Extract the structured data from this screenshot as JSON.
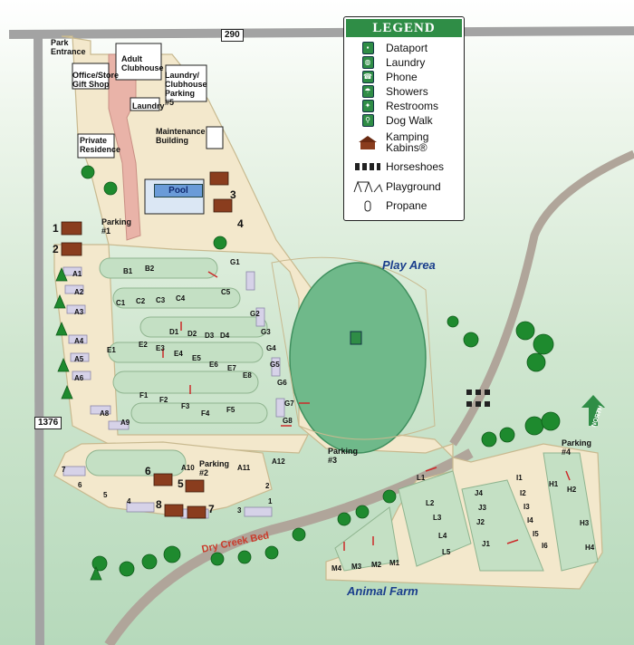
{
  "legend": {
    "title": "LEGEND",
    "items": [
      {
        "label": "Dataport",
        "icon": "dataport-icon"
      },
      {
        "label": "Laundry",
        "icon": "laundry-icon"
      },
      {
        "label": "Phone",
        "icon": "phone-icon"
      },
      {
        "label": "Showers",
        "icon": "shower-icon"
      },
      {
        "label": "Restrooms",
        "icon": "restroom-icon"
      },
      {
        "label": "Dog Walk",
        "icon": "dog-walk-icon"
      },
      {
        "label": "Kamping\nKabins®",
        "icon": "cabin-icon"
      },
      {
        "label": "Horseshoes",
        "icon": "horseshoes-icon"
      },
      {
        "label": "Playground",
        "icon": "playground-icon"
      },
      {
        "label": "Propane",
        "icon": "propane-icon"
      }
    ]
  },
  "roads": {
    "highway_290": "290",
    "highway_1376": "1376",
    "creek": "Dry Creek Bed"
  },
  "areas": {
    "play_area": "Play Area",
    "animal_farm": "Animal Farm",
    "pool": "Pool",
    "north": "NORTH"
  },
  "buildings": {
    "park_entrance": "Park\nEntrance",
    "office": "Office/Store\nGift Shop",
    "adult_clubhouse": "Adult\nClubhouse",
    "laundry_parking": "Laundry/\nClubhouse\nParking\n#5",
    "laundry": "Laundry",
    "maintenance": "Maintenance\nBuilding",
    "private_residence": "Private\nResidence",
    "parking1": "Parking\n#1",
    "parking2": "Parking\n#2",
    "parking3": "Parking\n#3",
    "parking4": "Parking\n#4"
  },
  "cabins": [
    "1",
    "2",
    "3",
    "4",
    "5",
    "6",
    "7",
    "8"
  ],
  "sites": [
    "A1",
    "A2",
    "A3",
    "A4",
    "A5",
    "A6",
    "A8",
    "A9",
    "A10",
    "A11",
    "A12",
    "B1",
    "B2",
    "C1",
    "C2",
    "C3",
    "C4",
    "C5",
    "D1",
    "D2",
    "D3",
    "D4",
    "E1",
    "E2",
    "E3",
    "E4",
    "E5",
    "E6",
    "E7",
    "E8",
    "F1",
    "F2",
    "F3",
    "F4",
    "F5",
    "G1",
    "G2",
    "G3",
    "G4",
    "G5",
    "G6",
    "G7",
    "G8",
    "H1",
    "H2",
    "H3",
    "H4",
    "I1",
    "I2",
    "I3",
    "I4",
    "I5",
    "I6",
    "J1",
    "J2",
    "J3",
    "J4",
    "L1",
    "L2",
    "L3",
    "L4",
    "L5",
    "M1",
    "M2",
    "M3",
    "M4",
    "1",
    "2",
    "3",
    "4",
    "5",
    "6",
    "7"
  ],
  "colors": {
    "road": "#f3e8cc",
    "roadEdge": "#c8b98f",
    "grass": "#c4e0c4",
    "field": "#6fb98a",
    "legend_head": "#2f8d46",
    "road_gray": "#9c9c9c"
  }
}
